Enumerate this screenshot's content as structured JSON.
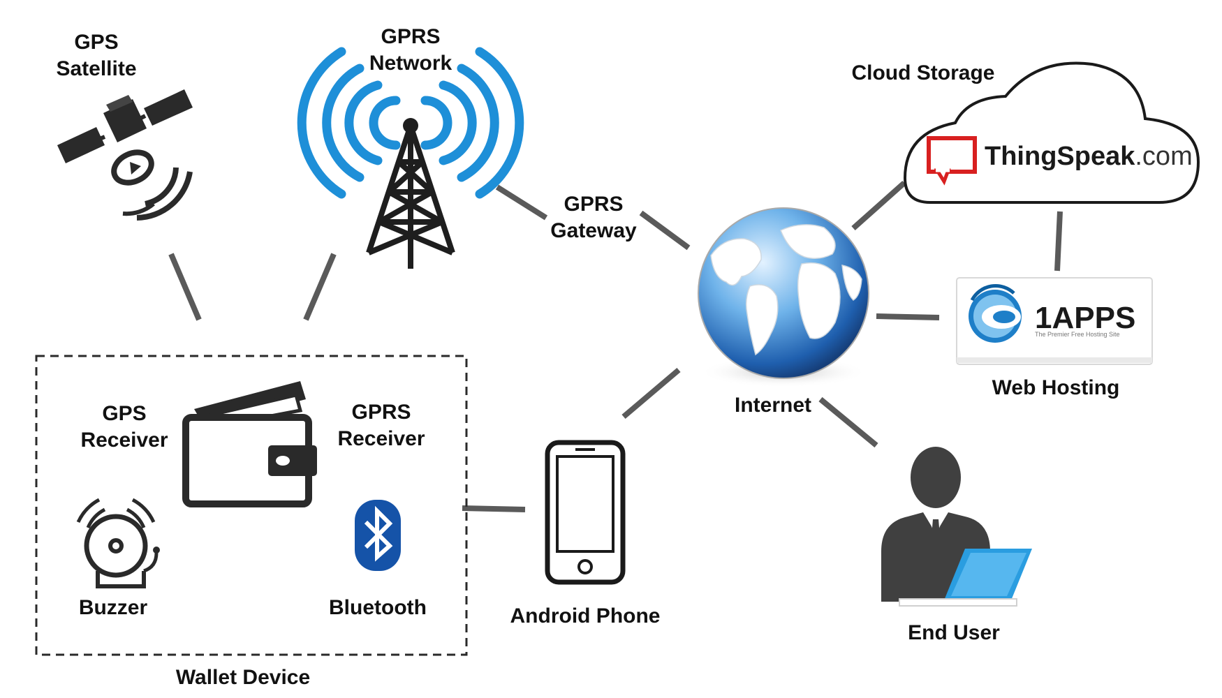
{
  "labels": {
    "gps_satellite_line1": "GPS",
    "gps_satellite_line2": "Satellite",
    "gprs_network_line1": "GPRS",
    "gprs_network_line2": "Network",
    "gprs_gateway_line1": "GPRS",
    "gprs_gateway_line2": "Gateway",
    "cloud_storage": "Cloud Storage",
    "internet": "Internet",
    "web_hosting": "Web Hosting",
    "gps_receiver_line1": "GPS",
    "gps_receiver_line2": "Receiver",
    "gprs_receiver_line1": "GPRS",
    "gprs_receiver_line2": "Receiver",
    "buzzer": "Buzzer",
    "bluetooth": "Bluetooth",
    "wallet_device": "Wallet Device",
    "android_phone": "Android Phone",
    "end_user": "End User"
  },
  "logos": {
    "thingspeak_main": "ThingSpeak",
    "thingspeak_suffix": ".com",
    "oneapps_main": "1APPS",
    "oneapps_tagline": "The Premier Free Hosting Site"
  },
  "colors": {
    "connector": "#5a5a5a",
    "signal_blue": "#1e8fd8",
    "icon_dark": "#2a2a2a",
    "bluetooth_blue": "#1553a8",
    "thingspeak_red": "#d82020",
    "laptop_blue": "#2a9de0"
  }
}
